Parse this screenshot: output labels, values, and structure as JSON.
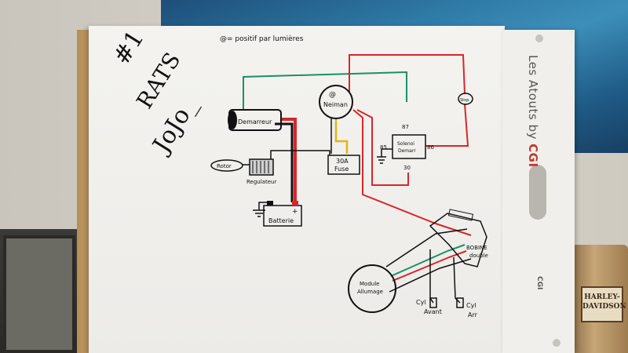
{
  "note": {
    "title_number": "#1",
    "title_line2": "RATS",
    "title_line3": "JoJo_",
    "legend": "@= positif par lumières"
  },
  "components": {
    "demarreur": "Demarreur",
    "neiman": "Neiman",
    "neiman_mark": "@",
    "stop": "Stop",
    "rotor": "Rotor",
    "regulator": "Regulateur",
    "fuse": "Fuse",
    "fuse_rating": "30A",
    "battery": "Batterie",
    "battery_plus": "+",
    "relay_line1": "Solenoi",
    "relay_line2": "Demarr",
    "relay_87": "87",
    "relay_85": "85",
    "relay_86": "86",
    "relay_30": "30",
    "bobine_line1": "BOBINE",
    "bobine_line2": "double",
    "allumage_line1": "Module",
    "allumage_line2": "Allumage",
    "cyl_avant_line1": "Cyl",
    "cyl_avant_line2": "Avant",
    "cyl_arr_line1": "Cyl",
    "cyl_arr_line2": "Arr"
  },
  "flipchart": {
    "brand_prefix": "Les Atouts",
    "brand_by": "by",
    "brand_suffix": "CGI",
    "logo": "CGI"
  },
  "background": {
    "tin_label_line1": "HARLEY-",
    "tin_label_line2": "DAVIDSON"
  },
  "colors": {
    "red_wire": "#d8262a",
    "green_wire": "#1b8f6a",
    "yellow_wire": "#e2b512",
    "black_wire": "#111111",
    "ink": "#111111"
  }
}
